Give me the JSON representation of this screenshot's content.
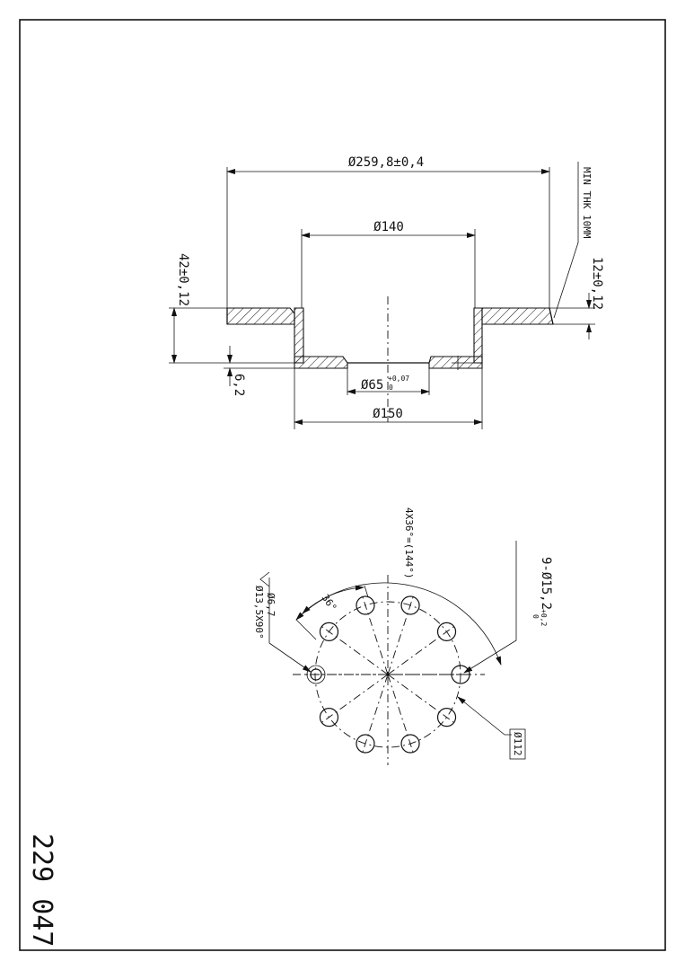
{
  "dimensions": {
    "outer_diameter": "Ø259,8±0,4",
    "hat_diameter": "Ø140",
    "min_thickness": "MIN THK 10MM",
    "height": "42±0,12",
    "thickness": "12±0,12",
    "hub_thickness": "6,2",
    "center_bore": "Ø65",
    "center_bore_tol": "+0,07",
    "center_bore_tol_lower": "0",
    "hub_diameter": "Ø150",
    "angle_pattern": "4X36°=(144°)",
    "angle": "36°",
    "holes": "9-Ø15,2",
    "holes_tol_upper": "+0,2",
    "holes_tol_lower": "0",
    "pilot_hole": "Ø6,7",
    "countersink": "Ø13,5X90°",
    "pcd": "Ø112"
  },
  "part_number": "229 047"
}
